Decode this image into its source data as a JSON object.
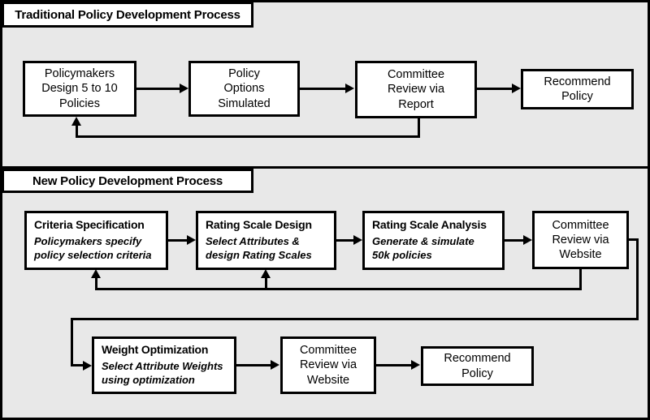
{
  "figure": {
    "background_color": "#e8e8e8",
    "line_color": "#000000",
    "node_fill": "#ffffff"
  },
  "panels": [
    {
      "id": "traditional",
      "title": "Traditional Policy Development Process",
      "nodes": [
        {
          "id": "t1",
          "title": "Policymakers\nDesign 5 to 10\nPolicies",
          "subtitle": ""
        },
        {
          "id": "t2",
          "title": "Policy\nOptions\nSimulated",
          "subtitle": ""
        },
        {
          "id": "t3",
          "title": "Committee\nReview via\nReport",
          "subtitle": ""
        },
        {
          "id": "t4",
          "title": "Recommend\nPolicy",
          "subtitle": ""
        }
      ],
      "edges": [
        {
          "from": "t1",
          "to": "t2",
          "kind": "forward"
        },
        {
          "from": "t2",
          "to": "t3",
          "kind": "forward"
        },
        {
          "from": "t3",
          "to": "t4",
          "kind": "forward"
        },
        {
          "from": "t3",
          "to": "t1",
          "kind": "feedback"
        }
      ]
    },
    {
      "id": "new",
      "title": "New Policy Development Process",
      "nodes": [
        {
          "id": "n1",
          "title": "Criteria Specification",
          "subtitle": "Policymakers specify\npolicy selection criteria"
        },
        {
          "id": "n2",
          "title": "Rating Scale Design",
          "subtitle": "Select Attributes &\ndesign Rating Scales"
        },
        {
          "id": "n3",
          "title": "Rating Scale Analysis",
          "subtitle": "Generate & simulate\n50k policies"
        },
        {
          "id": "n4",
          "title": "Committee\nReview via\nWebsite",
          "subtitle": ""
        },
        {
          "id": "n5",
          "title": "Weight Optimization",
          "subtitle": "Select Attribute Weights\nusing optimization"
        },
        {
          "id": "n6",
          "title": "Committee\nReview via\nWebsite",
          "subtitle": ""
        },
        {
          "id": "n7",
          "title": "Recommend\nPolicy",
          "subtitle": ""
        }
      ],
      "edges": [
        {
          "from": "n1",
          "to": "n2",
          "kind": "forward"
        },
        {
          "from": "n2",
          "to": "n3",
          "kind": "forward"
        },
        {
          "from": "n3",
          "to": "n4",
          "kind": "forward"
        },
        {
          "from": "n4",
          "to": "n1",
          "kind": "feedback"
        },
        {
          "from": "n4",
          "to": "n2",
          "kind": "feedback"
        },
        {
          "from": "n4",
          "to": "n5",
          "kind": "forward-wrap"
        },
        {
          "from": "n5",
          "to": "n6",
          "kind": "forward"
        },
        {
          "from": "n6",
          "to": "n7",
          "kind": "forward"
        }
      ]
    }
  ]
}
